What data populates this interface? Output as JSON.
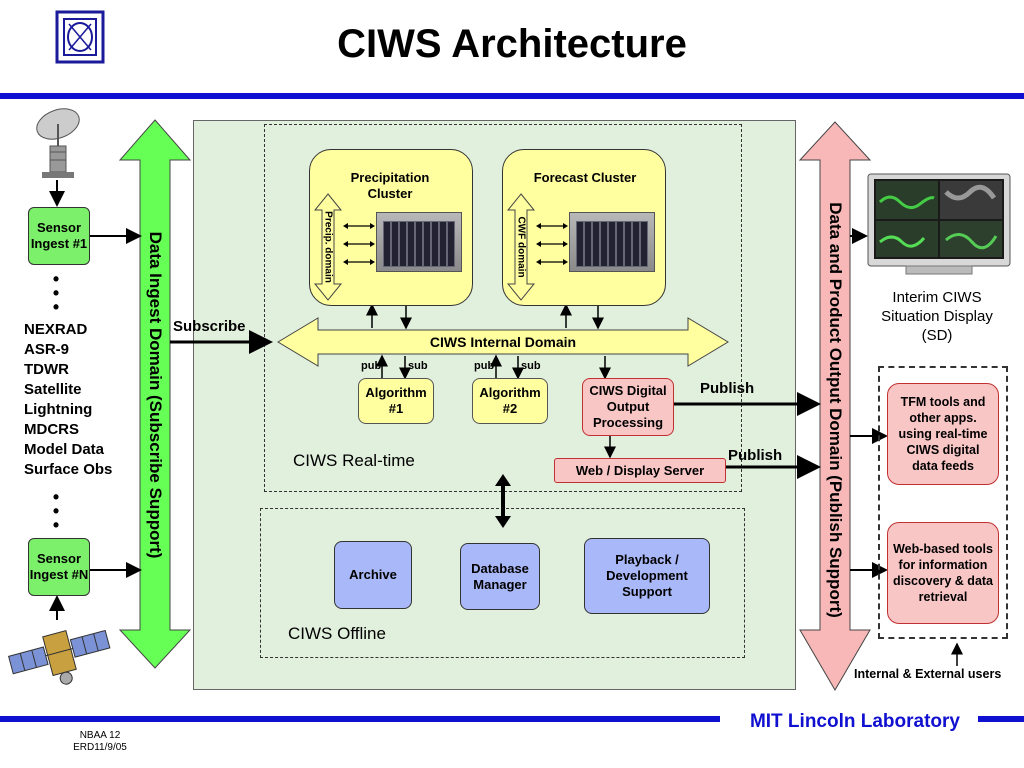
{
  "title": "CIWS Architecture",
  "footer": {
    "lab": "MIT Lincoln Laboratory",
    "note_line1": "NBAA 12",
    "note_line2": "ERD11/9/05"
  },
  "ingest": {
    "domain_label": "Data Ingest Domain (Subscribe Support)",
    "sensor_first": "Sensor Ingest #1",
    "sensor_last": "Sensor Ingest #N",
    "sources": [
      "NEXRAD",
      "ASR-9",
      "TDWR",
      "Satellite",
      "Lightning",
      "MDCRS",
      "Model Data",
      "Surface Obs"
    ],
    "subscribe_label": "Subscribe"
  },
  "realtime": {
    "label": "CIWS Real-time",
    "precip_cluster": "Precipitation Cluster",
    "precip_domain": "Precip. domain",
    "forecast_cluster": "Forecast Cluster",
    "cwf_domain": "CWF domain",
    "internal_domain": "CIWS Internal Domain",
    "pub": "pub",
    "sub": "sub",
    "algorithm1": "Algorithm #1",
    "algorithm2": "Algorithm #2",
    "digital_output": "CIWS Digital Output Processing",
    "web_server": "Web / Display Server"
  },
  "offline": {
    "label": "CIWS Offline",
    "archive": "Archive",
    "database": "Database Manager",
    "playback": "Playback / Development Support"
  },
  "output": {
    "domain_label": "Data and Product Output Domain (Publish Support)",
    "publish1": "Publish",
    "publish2": "Publish",
    "situation_display": "Interim CIWS Situation Display (SD)",
    "tfm_tools": "TFM tools and other apps. using real-time CIWS digital data feeds",
    "web_tools": "Web-based tools for information discovery & data retrieval",
    "users": "Internal & External users"
  },
  "colors": {
    "accent_blue": "#1010d0",
    "ingest_green": "#66ff55",
    "output_pink": "#f9b8b8",
    "cluster_yellow": "#ffffa0",
    "offline_blue": "#a9b8f8"
  }
}
